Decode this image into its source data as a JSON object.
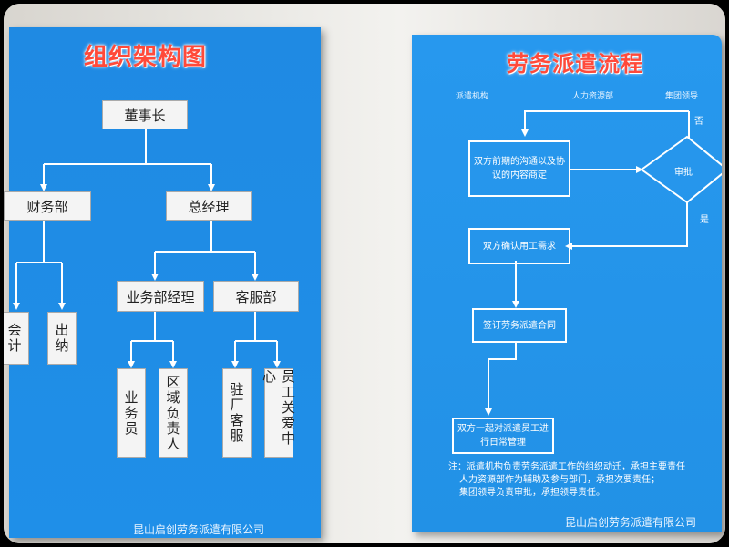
{
  "left_panel": {
    "title": "组织架构图",
    "chairman": "董事长",
    "finance": "财务部",
    "gm": "总经理",
    "biz_mgr": "业务部经理",
    "service": "客服部",
    "accounting": "会计",
    "cashier": "出纳",
    "sales": "业务员",
    "region_head": "区域负责人",
    "onsite_service": "驻厂客服",
    "employee_care": "员工关爱中心",
    "footer": "昆山启创劳务派遣有限公司"
  },
  "right_panel": {
    "title": "劳务派遣流程",
    "col1": "派遣机构",
    "col2": "人力资源部",
    "col3": "集团领导",
    "step1": "双方前期的沟通以及协议的内容商定",
    "decision": "审批",
    "no_label": "否",
    "yes_label": "是",
    "step2": "双方确认用工需求",
    "step3": "签订劳务派遣合同",
    "step4": "双方一起对派遣员工进行日常管理",
    "note_lines": [
      "注：派遣机构负责劳务派遣工作的组织动迁，承担主要责任",
      "人力资源部作为辅助及参与部门，承担次要责任；",
      "集团领导负责审批，承担领导责任。"
    ],
    "footer": "昆山启创劳务派遣有限公司"
  }
}
